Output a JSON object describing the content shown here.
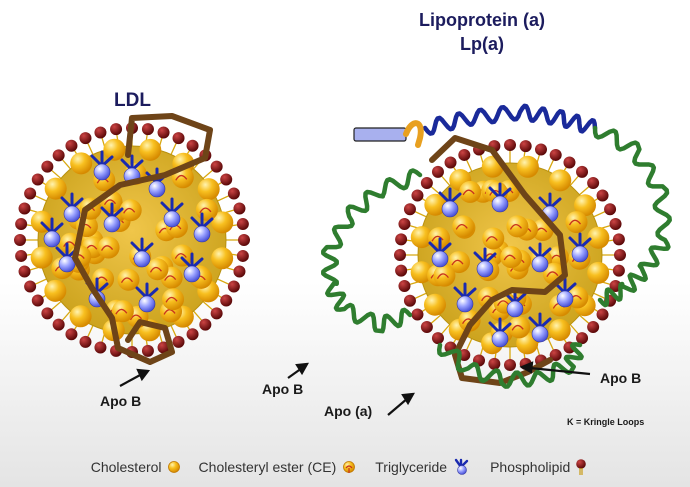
{
  "title": {
    "line1": "Lipoprotein (a)",
    "line2": "Lp(a)"
  },
  "ldl_label": "LDL",
  "labels": {
    "apo_b_left": "Apo B",
    "apo_b_mid": "Apo B",
    "apo_b_right": "Apo B",
    "apo_a": "Apo (a)",
    "kringle_note": "K = Kringle Loops"
  },
  "legend": [
    {
      "label": "Cholesterol",
      "icon": "cholesterol-icon"
    },
    {
      "label": "Cholesteryl ester (CE)",
      "icon": "cholesteryl-ester-icon"
    },
    {
      "label": "Triglyceride",
      "icon": "triglyceride-icon"
    },
    {
      "label": "Phospholipid",
      "icon": "phospholipid-icon"
    }
  ],
  "colors": {
    "core": "#e8b51e",
    "core_edge": "#c8960c",
    "cholesterol": "#f5b41c",
    "phospholipid_head": "#7a1010",
    "triglyceride": "#2222bb",
    "apo_b": "#6e4418",
    "apo_a_green": "#2f7d2f",
    "apo_a_blue": "#1a2a9a",
    "title": "#1c1c5e"
  }
}
